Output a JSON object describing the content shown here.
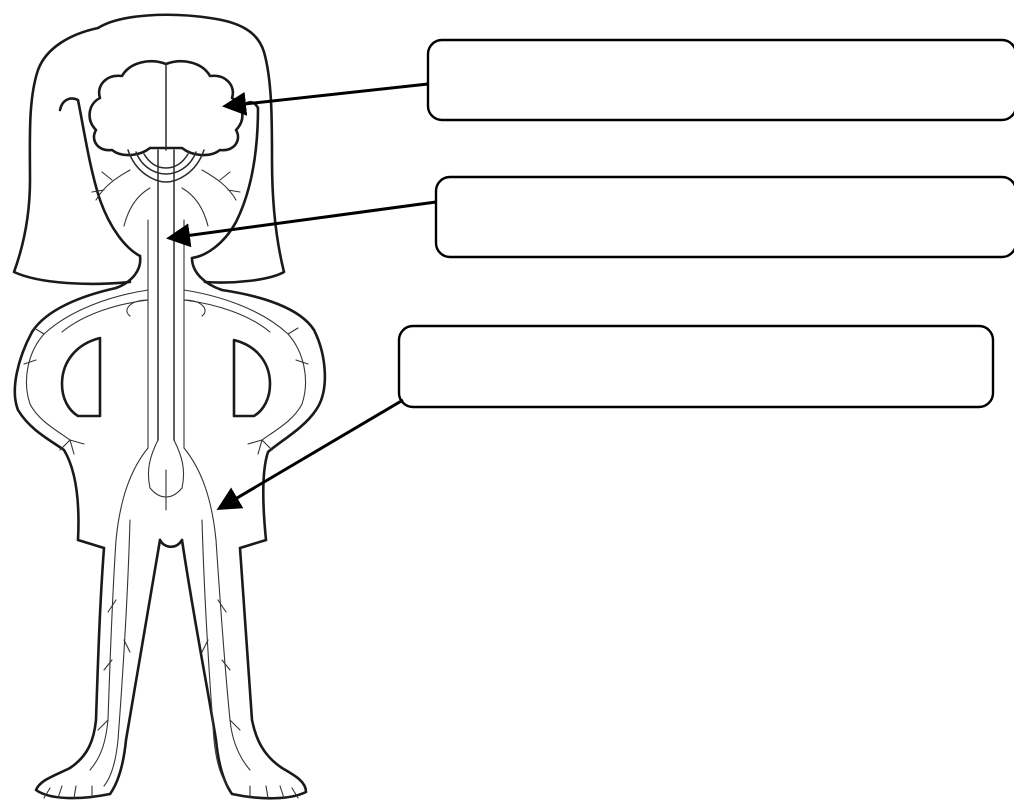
{
  "labels": [
    {
      "id": "brain",
      "text": ""
    },
    {
      "id": "spinal-cord",
      "text": ""
    },
    {
      "id": "nerves",
      "text": ""
    }
  ],
  "colors": {
    "line": "#000000",
    "background": "#ffffff"
  }
}
